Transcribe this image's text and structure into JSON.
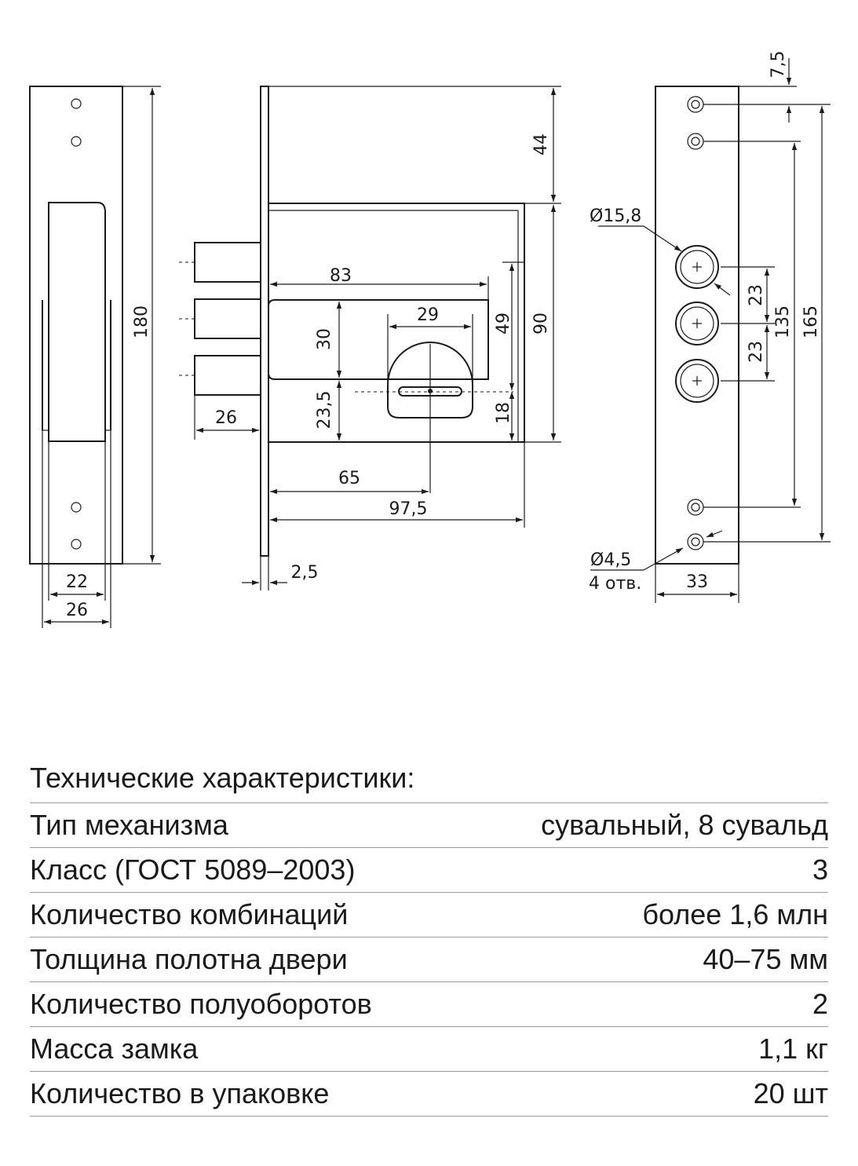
{
  "drawing": {
    "front_view": {
      "height": "180",
      "width_inner": "22",
      "width_outer": "26"
    },
    "side_view": {
      "top": "44",
      "bolt_span": "83",
      "bolt_spacing": "29",
      "window_height": "30",
      "height_49": "49",
      "body_height": "90",
      "bolt_out": "26",
      "key_offset": "23,5",
      "key_height": "18",
      "backset": "65",
      "body_width": "97,5",
      "plate_thickness": "2,5"
    },
    "faceplate": {
      "top_offset": "7,5",
      "bolt_diameter": "Ø15,8",
      "bolt_pitch_upper": "23",
      "bolt_pitch_lower": "23",
      "screw_span": "135",
      "screw_span_outer": "165",
      "hole_diameter": "Ø4,5",
      "hole_count": "4 отв.",
      "width": "33"
    }
  },
  "specs": {
    "title": "Технические характеристики:",
    "rows": [
      {
        "label": "Тип механизма",
        "value": "сувальный, 8 сувальд"
      },
      {
        "label": "Класс (ГОСТ 5089–2003)",
        "value": "3"
      },
      {
        "label": "Количество комбинаций",
        "value": "более 1,6 млн"
      },
      {
        "label": "Толщина полотна двери",
        "value": "40–75 мм"
      },
      {
        "label": "Количество полуоборотов",
        "value": "2"
      },
      {
        "label": "Масса замка",
        "value": "1,1 кг"
      },
      {
        "label": "Количество в упаковке",
        "value": "20 шт"
      }
    ]
  }
}
